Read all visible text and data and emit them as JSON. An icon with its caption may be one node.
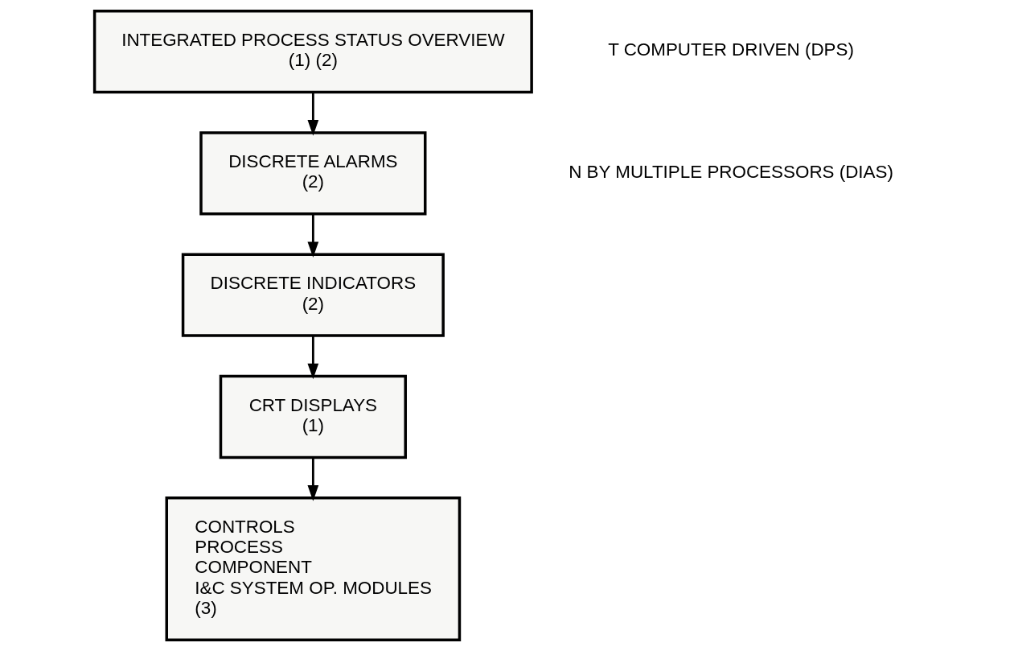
{
  "diagram": {
    "nodes": [
      {
        "text": [
          "INTEGRATED PROCESS STATUS OVERVIEW",
          "(1) (2)"
        ]
      },
      {
        "text": [
          "DISCRETE ALARMS",
          "(2)"
        ]
      },
      {
        "text": [
          "DISCRETE INDICATORS",
          "(2)"
        ]
      },
      {
        "text": [
          "CRT DISPLAYS",
          "(1)"
        ]
      },
      {
        "text": [
          "CONTROLS",
          "PROCESS",
          "COMPONENT",
          "I&C SYSTEM OP. MODULES",
          "(3)"
        ]
      }
    ],
    "edges": [
      {
        "from": 0,
        "to": 1,
        "arrow": "to"
      },
      {
        "from": 1,
        "to": 2,
        "arrow": "to"
      },
      {
        "from": 2,
        "to": 3,
        "arrow": "to"
      },
      {
        "from": 3,
        "to": 4,
        "arrow": "to"
      }
    ],
    "labels": [
      "T COMPUTER DRIVEN (DPS)",
      "N BY MULTIPLE PROCESSORS (DIAS)"
    ]
  }
}
